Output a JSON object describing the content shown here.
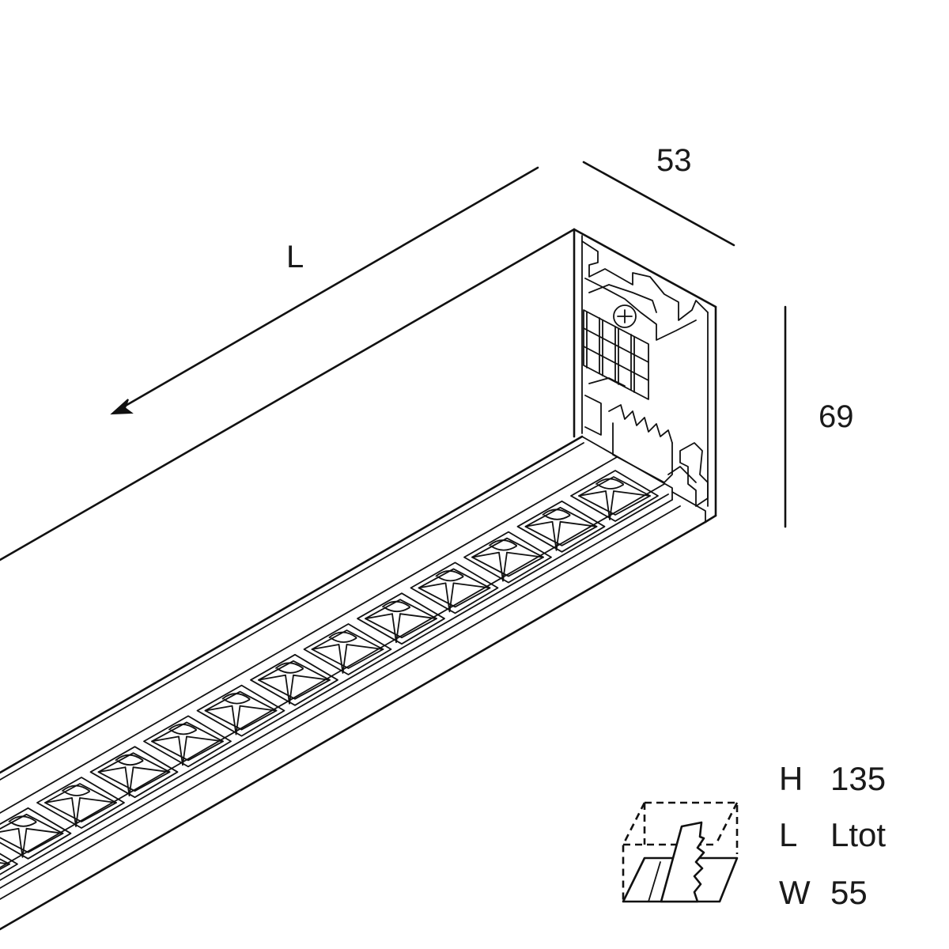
{
  "dimensions": {
    "length_label": "L",
    "depth_label": "53",
    "height_label": "69"
  },
  "specs": [
    {
      "key": "H",
      "value": "135"
    },
    {
      "key": "L",
      "value": "Ltot"
    },
    {
      "key": "W",
      "value": "55"
    }
  ],
  "reflector_count": 13
}
